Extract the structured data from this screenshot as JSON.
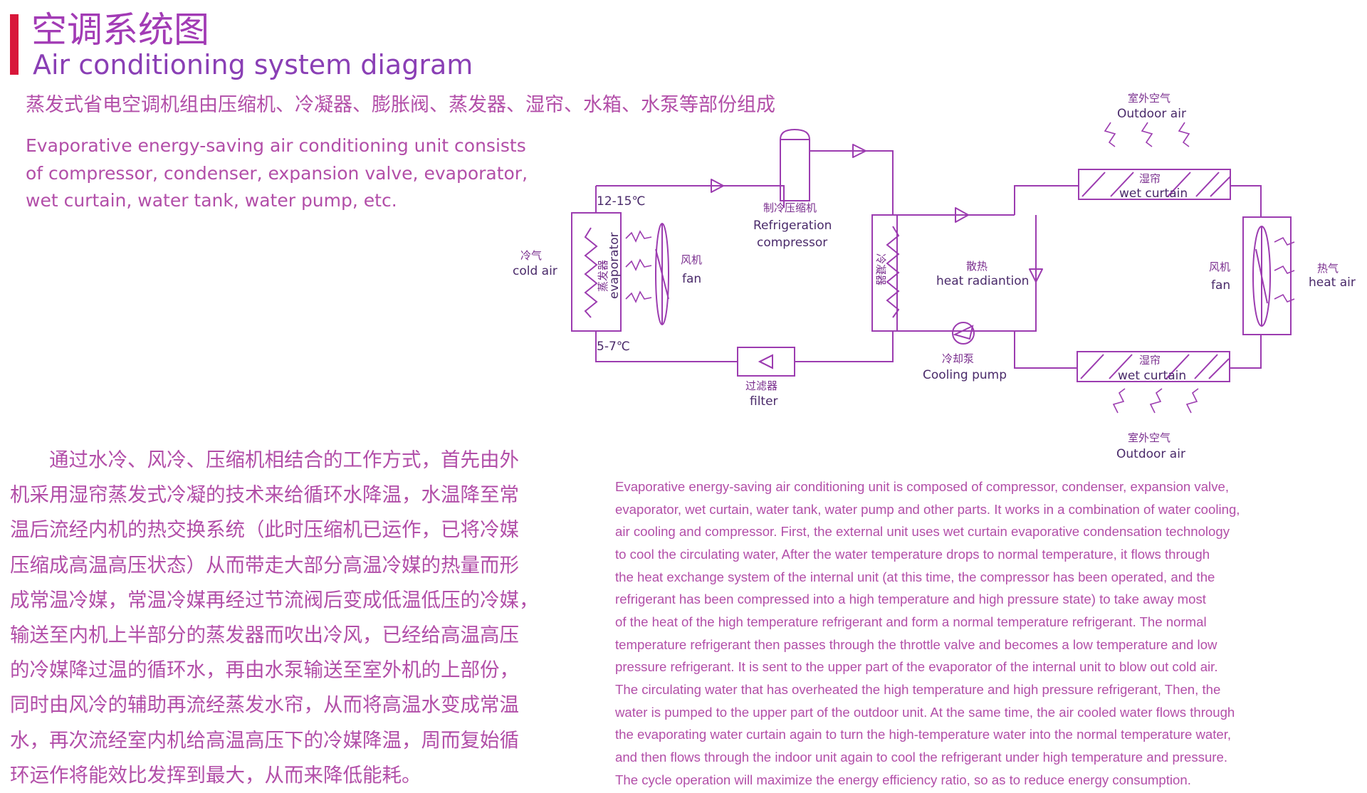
{
  "header": {
    "title_zh": "空调系统图",
    "title_en": "Air conditioning system diagram",
    "subtitle_zh": "蒸发式省电空调机组由压缩机、冷凝器、膨胀阀、蒸发器、湿帘、水箱、水泵等部份组成",
    "intro_en": [
      "Evaporative energy-saving air conditioning unit consists",
      "of compressor, condenser, expansion valve, evaporator,",
      "wet curtain, water tank, water pump, etc."
    ]
  },
  "colors": {
    "accent_bar": "#d8173a",
    "line": "#9c3cb0",
    "text": "#b24ea8"
  },
  "diagram": {
    "temp_high": "12-15℃",
    "temp_low": "5-7℃",
    "cold_air_zh": "冷气",
    "cold_air_en": "cold  air",
    "evaporator_zh": "蒸发器",
    "evaporator_en": "evaporator",
    "fan_left_zh": "风机",
    "fan_left_en": "fan",
    "compressor_zh": "制冷压缩机",
    "compressor_en_1": "Refrigeration",
    "compressor_en_2": "compressor",
    "condenser_zh": "冷凝器",
    "heat_radiation_zh": "散热",
    "heat_radiation_en": "heat  radiantion",
    "pump_zh": "冷却泵",
    "pump_en": "Cooling  pump",
    "filter_zh": "过滤器",
    "filter_en": "filter",
    "outdoor_air_top_zh": "室外空气",
    "outdoor_air_top_en": "Outdoor  air",
    "wet_curtain_top_zh": "湿帘",
    "wet_curtain_top_en": "wet curtain",
    "wet_curtain_bottom_zh": "湿帘",
    "wet_curtain_bottom_en": "wet curtain",
    "outdoor_air_bottom_zh": "室外空气",
    "outdoor_air_bottom_en": "Outdoor  air",
    "fan_right_zh": "风机",
    "fan_right_en": "fan",
    "heat_air_zh": "热气",
    "heat_air_en": "heat air"
  },
  "body_zh": [
    "　　通过水冷、风冷、压缩机相结合的工作方式，首先由外",
    "机采用湿帘蒸发式冷凝的技术来给循环水降温，水温降至常",
    "温后流经内机的热交换系统（此时压缩机已运作，已将冷媒",
    "压缩成高温高压状态）从而带走大部分高温冷媒的热量而形",
    "成常温冷媒，常温冷媒再经过节流阀后变成低温低压的冷媒，",
    "输送至内机上半部分的蒸发器而吹出冷风，已经给高温高压",
    "的冷媒降过温的循环水，再由水泵输送至室外机的上部份，",
    "同时由风冷的辅助再流经蒸发水帘，从而将高温水变成常温",
    "水，再次流经室内机给高温高压下的冷媒降温，周而复始循",
    "环运作将能效比发挥到最大，从而来降低能耗。"
  ],
  "body_en": [
    "Evaporative energy-saving air conditioning unit is composed of compressor, condenser, expansion valve,",
    "evaporator, wet curtain, water tank, water pump and other parts. It works in a combination of water cooling,",
    "air cooling and compressor. First, the external unit uses wet curtain evaporative condensation technology",
    "to cool the circulating water, After the water temperature drops to normal temperature, it flows through",
    "the heat exchange system of the internal unit (at this time, the compressor has been operated, and the",
    "refrigerant has been compressed into a high temperature and high pressure state) to take away most",
    "of the heat of the high temperature refrigerant and form a normal temperature refrigerant. The normal",
    "temperature refrigerant then passes through the throttle valve and becomes a low temperature and low",
    "pressure refrigerant. It is sent to the upper part of the evaporator of the internal unit to blow out cold air.",
    "The circulating water that has overheated the high temperature and high pressure refrigerant, Then, the",
    "water is pumped to the upper part of the outdoor unit. At the same time, the air cooled water flows through",
    "the evaporating water curtain again to turn the high-temperature water into the normal temperature water,",
    "and then flows through the indoor unit again to cool the refrigerant under high temperature and pressure.",
    "The cycle operation will maximize the energy efficiency ratio, so as to reduce energy consumption."
  ]
}
